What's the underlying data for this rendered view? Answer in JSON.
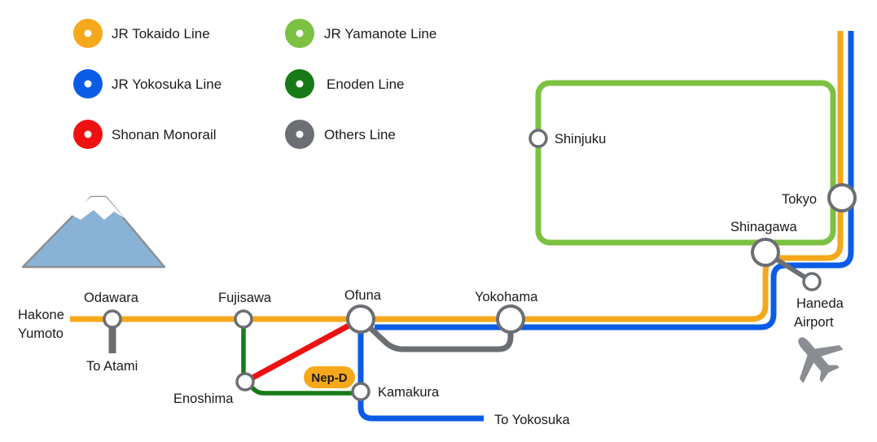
{
  "legend": {
    "items": [
      {
        "label": "JR Tokaido Line",
        "color": "#f5a81a"
      },
      {
        "label": "JR Yokosuka Line",
        "color": "#0a5ce6"
      },
      {
        "label": "Shonan Monorail",
        "color": "#ee1111"
      },
      {
        "label": "JR Yamanote Line",
        "color": "#7cc142"
      },
      {
        "label": "Enoden Line",
        "color": "#177a17"
      },
      {
        "label": "Others Line",
        "color": "#6b6e72"
      }
    ]
  },
  "stations": {
    "hakone_yumoto": [
      "Hakone",
      "Yumoto"
    ],
    "odawara": "Odawara",
    "fujisawa": "Fujisawa",
    "ofuna": "Ofuna",
    "yokohama": "Yokohama",
    "shinjuku": "Shinjuku",
    "tokyo": "Tokyo",
    "shinagawa": "Shinagawa",
    "haneda": [
      "Haneda",
      "Airport"
    ],
    "enoshima": "Enoshima",
    "kamakura": "Kamakura"
  },
  "directions": {
    "to_atami": "To Atami",
    "to_yokosuka": "To Yokosuka"
  },
  "badge": "Nep-D",
  "colors": {
    "tokaido": "#f5a81a",
    "yokosuka": "#0a5ce6",
    "monorail": "#ee1111",
    "yamanote": "#7cc142",
    "enoden": "#177a17",
    "others": "#6b6e72",
    "mountain": "#89b3d6",
    "snow": "#ffffff",
    "plane": "#8a8d91"
  },
  "icons": [
    "mount-fuji-icon",
    "airplane-icon"
  ]
}
